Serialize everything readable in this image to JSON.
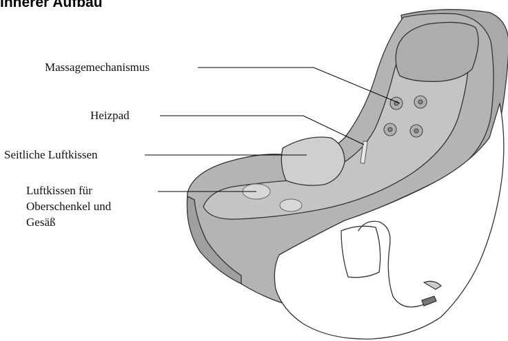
{
  "title": "Innerer Aufbau",
  "labels": {
    "massage": "Massagemechanismus",
    "heat": "Heizpad",
    "side_air": "Seitliche Luftkissen",
    "thigh_line1": "Luftkissen für",
    "thigh_line2": "Oberschenkel und",
    "thigh_line3": "Gesäß"
  }
}
